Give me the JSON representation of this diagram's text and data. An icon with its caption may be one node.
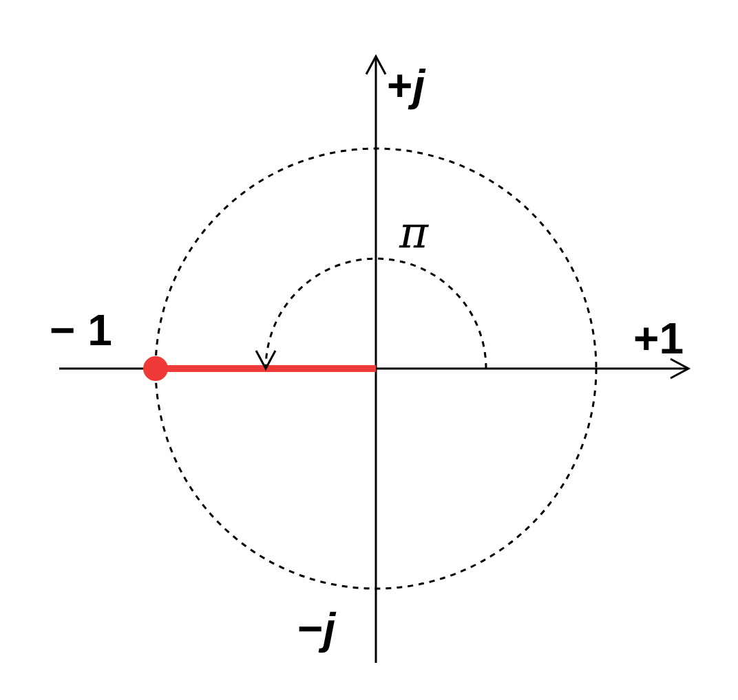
{
  "diagram": {
    "labels": [
      "+*j*",
      "π",
      "− 1",
      "+1",
      "−*j*"
    ]
  }
}
